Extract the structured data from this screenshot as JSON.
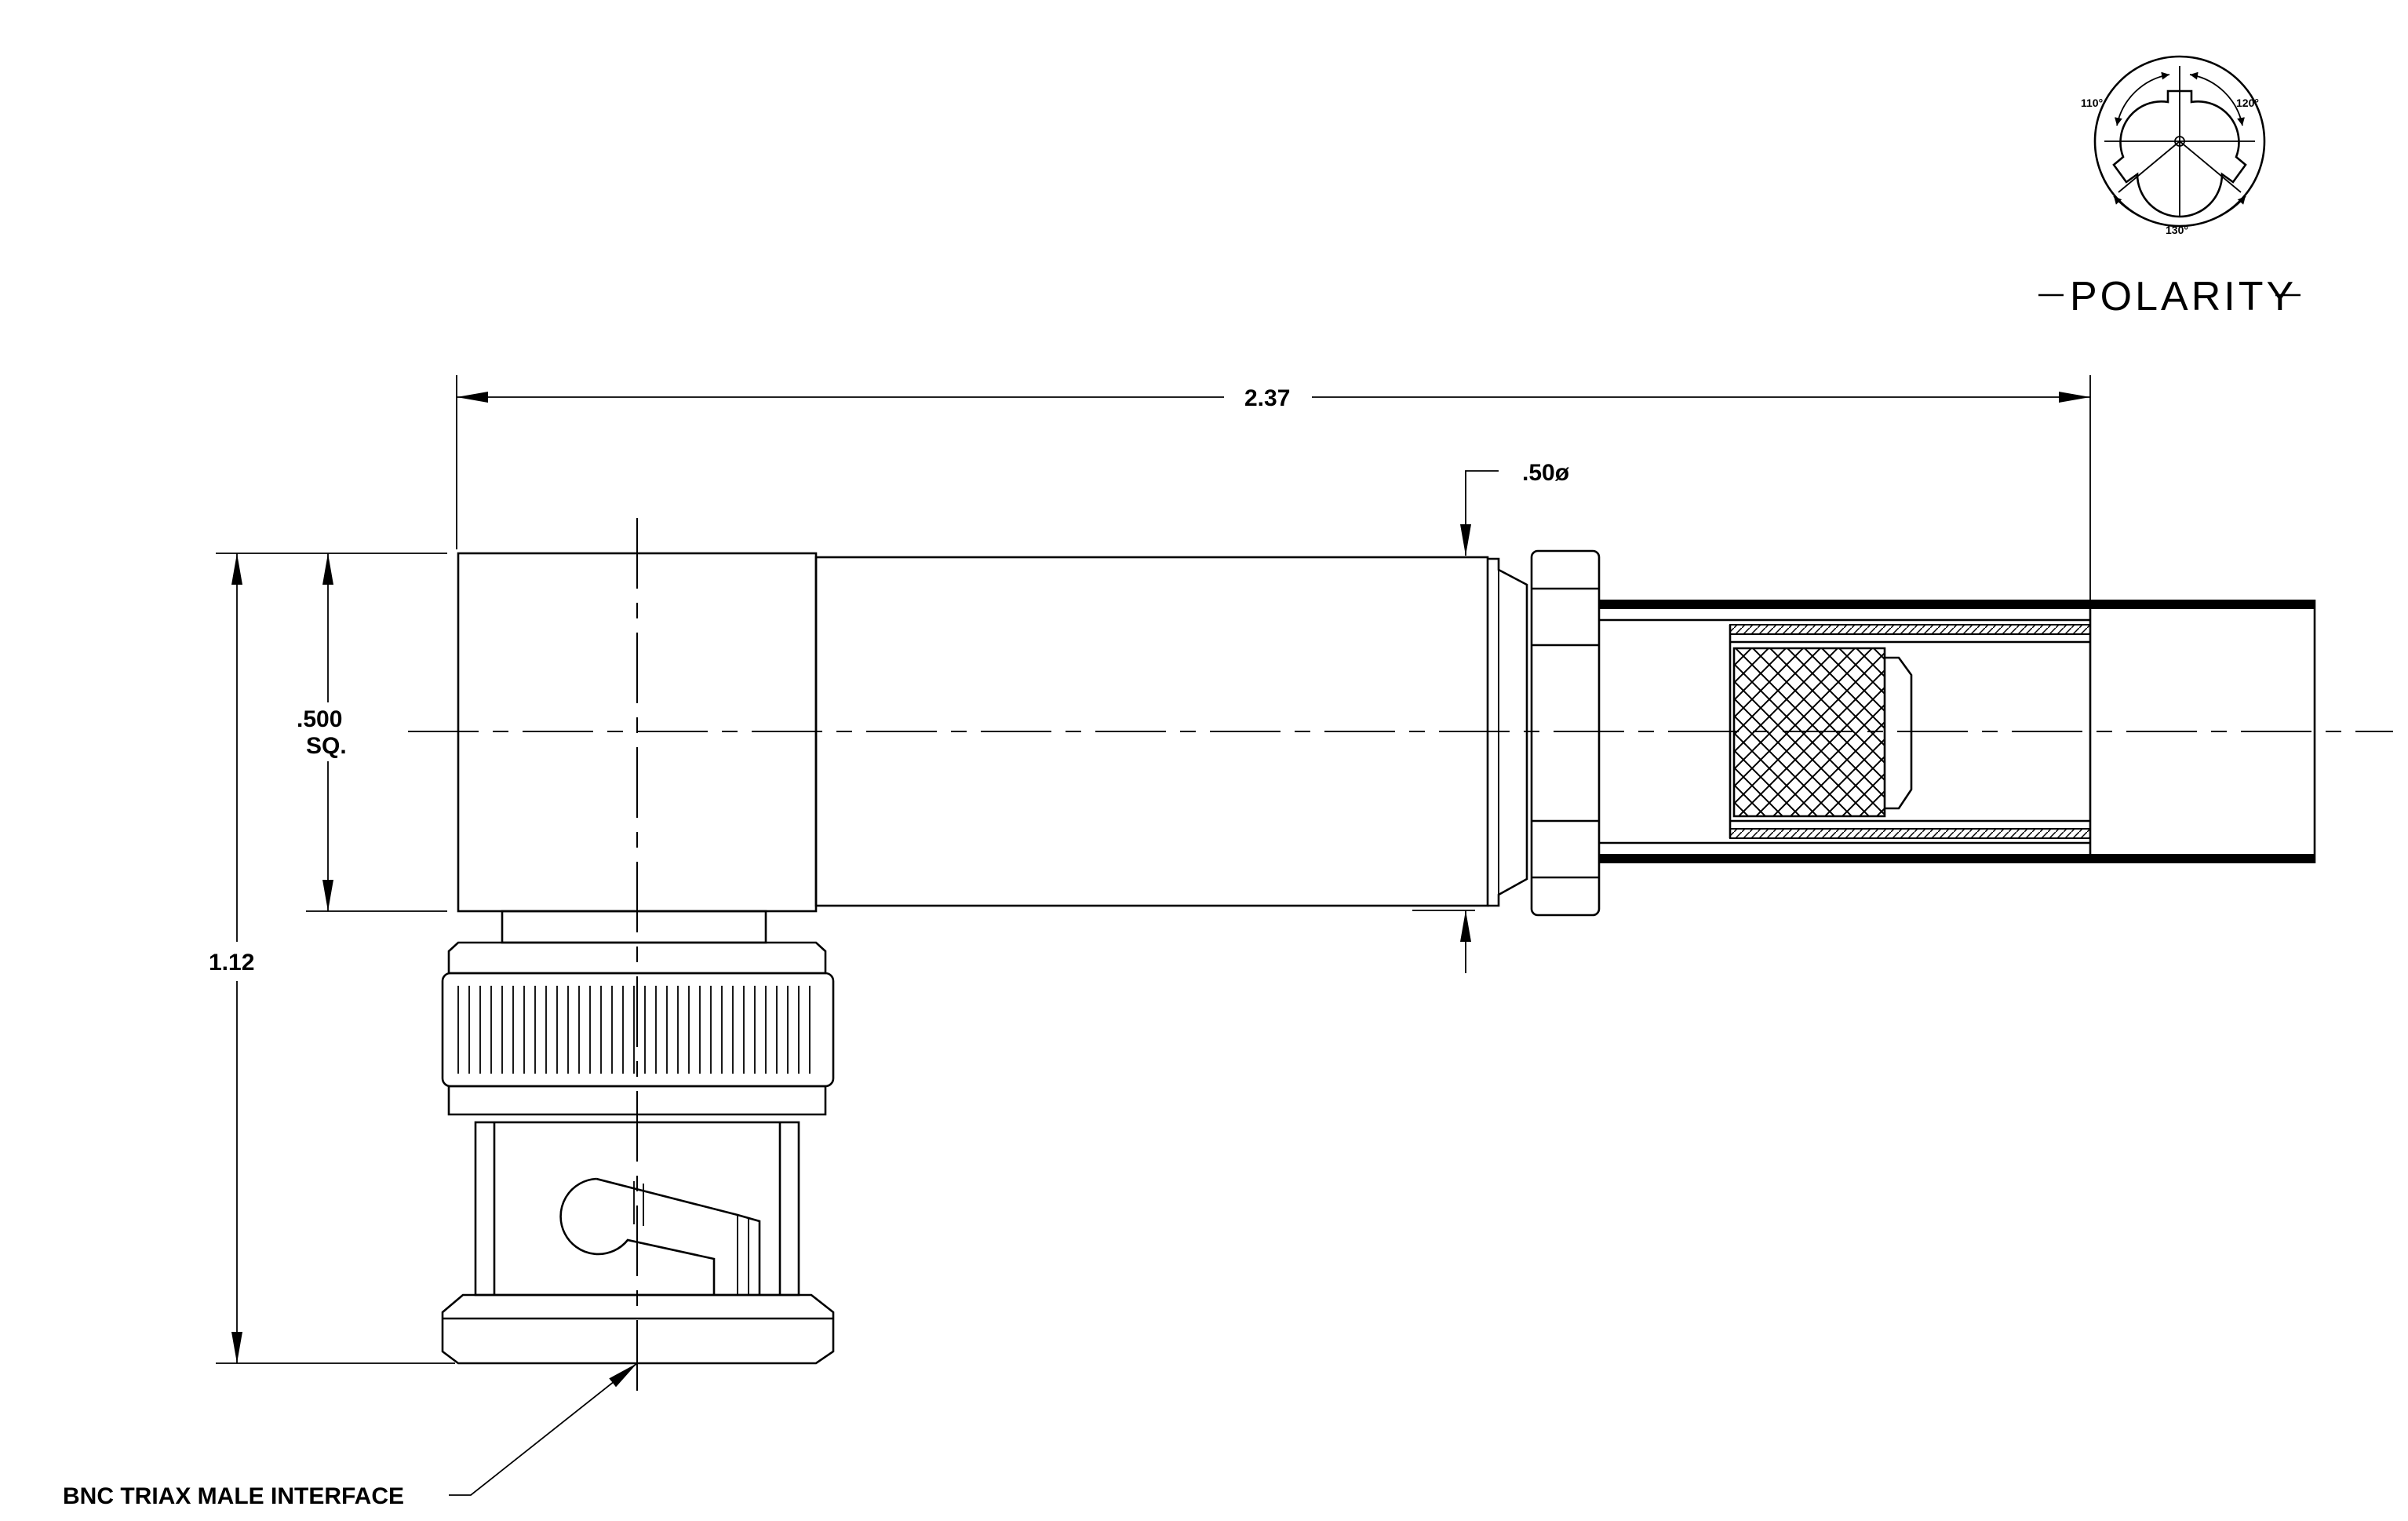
{
  "colors": {
    "ink": "#000000",
    "paper": "#ffffff"
  },
  "polarity": {
    "title": "POLARITY",
    "angle_left": "110°",
    "angle_right": "120°",
    "angle_bottom": "130°"
  },
  "dimensions": {
    "overall_length": "2.37",
    "body_diameter": ".50ø",
    "square_size_line1": ".500",
    "square_size_line2": "SQ.",
    "overall_height": "1.12"
  },
  "callout": {
    "interface_label": "BNC TRIAX MALE INTERFACE"
  }
}
